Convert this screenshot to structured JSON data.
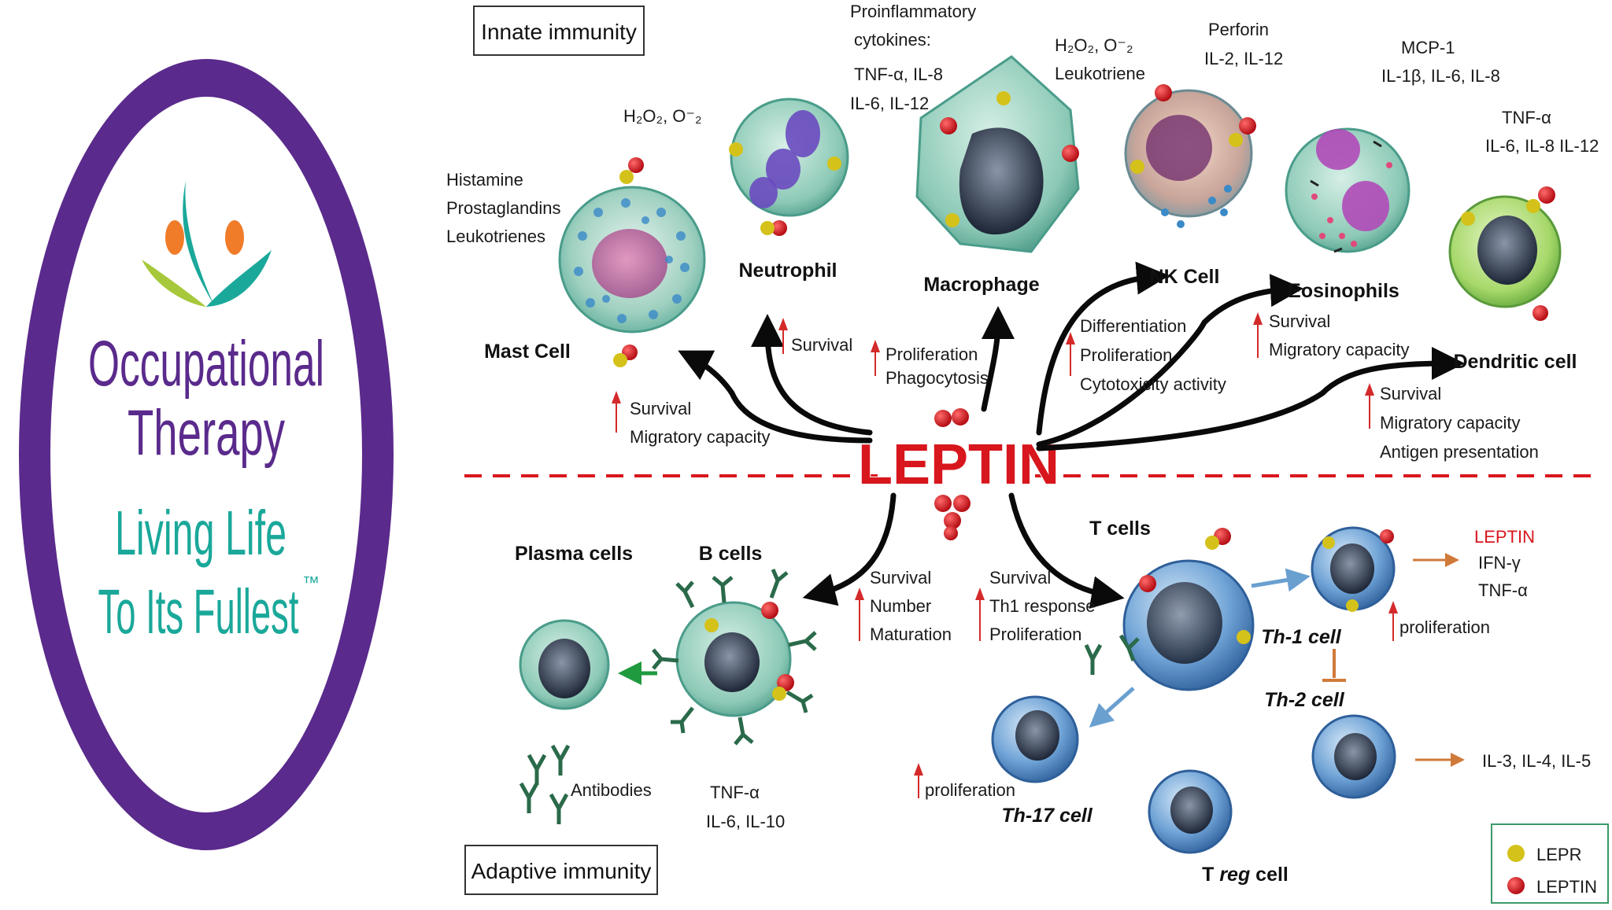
{
  "logo": {
    "line1": "Occupational",
    "line2": "Therapy",
    "line3": "Living Life",
    "line4": "To Its Fullest",
    "tm": "™",
    "colors": {
      "purple": "#5a2a8c",
      "teal": "#1aa89a",
      "orange": "#f07c2a",
      "lime": "#a6c83a"
    }
  },
  "diagram": {
    "innate_label": "Innate immunity",
    "adaptive_label": "Adaptive immunity",
    "center_label": "LEPTIN",
    "cells": {
      "mast": "Mast Cell",
      "neutrophil": "Neutrophil",
      "macrophage": "Macrophage",
      "nk": "NK Cell",
      "eosinophils": "Eosinophils",
      "dendritic": "Dendritic cell",
      "plasma": "Plasma cells",
      "bcells": "B cells",
      "tcells": "T cells",
      "th1": "Th-1 cell",
      "th2": "Th-2 cell",
      "th17": "Th-17 cell",
      "treg_pre": "T ",
      "treg_em": "reg",
      "treg_post": " cell"
    },
    "secretions": {
      "mast": [
        "Histamine",
        "Prostaglandins",
        "Leukotrienes"
      ],
      "neutrophil": "H₂O₂, O⁻₂",
      "macrophage_cyto": [
        "Proinflammatory",
        "cytokines:",
        "TNF-α, IL-8",
        "IL-6, IL-12"
      ],
      "macrophage_ros": [
        "H₂O₂, O⁻₂",
        "Leukotriene"
      ],
      "nk": [
        "Perforin",
        "IL-2, IL-12"
      ],
      "eosinophils": [
        "MCP-1",
        "IL-1β, IL-6, IL-8"
      ],
      "dendritic": [
        "TNF-α",
        "IL-6, IL-8 IL-12"
      ],
      "bcells": [
        "TNF-α",
        "IL-6, IL-10"
      ],
      "th1_leptin": "LEPTIN",
      "th1": [
        "IFN-γ",
        "TNF-α"
      ],
      "th2": "IL-3, IL-4, IL-5",
      "antibodies": "Antibodies"
    },
    "effects": {
      "mast": [
        "Survival",
        "Migratory capacity"
      ],
      "neutrophil": [
        "Survival"
      ],
      "macrophage": [
        "Proliferation",
        "Phagocytosis"
      ],
      "nk": [
        "Differentiation",
        "Proliferation",
        "Cytotoxicity activity"
      ],
      "eosinophils": [
        "Survival",
        "Migratory capacity"
      ],
      "dendritic": [
        "Survival",
        "Migratory capacity",
        "Antigen presentation"
      ],
      "bcells": [
        "Survival",
        "Number",
        "Maturation"
      ],
      "tcells": [
        "Survival",
        "Th1 response",
        "Proliferation"
      ],
      "th1": "proliferation",
      "th17": "proliferation"
    },
    "legend": {
      "lepr": "LEPR",
      "leptin": "LEPTIN"
    },
    "colors": {
      "leptin_red": "#d8161d",
      "dashed": "#d8161d",
      "arrow": "#0a0a0a",
      "green_arrow": "#1f9a3f",
      "blue_arrow": "#6aa0d0",
      "orange_arrow": "#d07a3a"
    }
  }
}
